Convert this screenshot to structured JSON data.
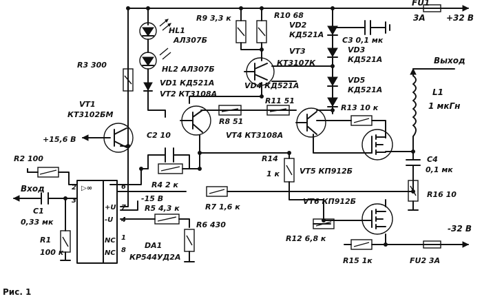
{
  "figure_caption": "Рис. 1",
  "labels": {
    "plus32": "+32 В",
    "fu1": "FU1",
    "fu1_val": "3А",
    "r9": "R9 3,3 к",
    "r10": "R10 68",
    "vd2": "VD2",
    "vd2_part": "КД521А",
    "c3": "C3 0,1 мк",
    "vd3": "VD3",
    "vd3_part": "КД521А",
    "vt3": "VT3",
    "vt3_part": "КТ3107К",
    "hl1": "HL1",
    "hl1_part": "АЛ307Б",
    "hl2": "HL2 АЛ307Б",
    "r3": "R3 300",
    "vd1": "VD1 КД521А",
    "vt2": "VT2 КТ3108А",
    "vd4": "VD4 КД521А",
    "vd5": "VD5",
    "vd5_part": "КД521А",
    "output": "Выход",
    "l1": "L1",
    "l1_val": "1 мкГн",
    "vt1": "VT1",
    "vt1_part": "КТ3102БМ",
    "plus15": "+15,6 В",
    "r8": "R8 51",
    "r11": "R11 51",
    "r13": "R13 10 к",
    "vt4": "VT4 КТ3108А",
    "c2": "C2 10",
    "r2": "R2 100",
    "c4": "C4",
    "c4_val": "0,1 мк",
    "r14": "R14",
    "r14_val": "1 к",
    "vt5": "VT5 КП912Б",
    "input": "Вход",
    "r4": "R4 2 к",
    "r7": "R7 1,6 к",
    "minus15": "-15 В",
    "r5": "R5 4,3 к",
    "r16": "R16 10",
    "c1": "C1",
    "c1_val": "0,33 мк",
    "vt6": "VT6 КП912Б",
    "r1": "R1",
    "r1_val": "100 к",
    "r6": "R6 430",
    "r12": "R12 6,8 к",
    "minus32": "-32 В",
    "r15": "R15 1к",
    "fu2": "FU2 3А",
    "da1": "DA1",
    "da1_part": "КР544УД2А",
    "op_symbol": "▷∞",
    "pin_plus_u": "+U",
    "pin_minus_u": "-U",
    "pin_nc1": "NC",
    "pin_nc2": "NC",
    "pin2": "2",
    "pin3": "3",
    "pin6": "6",
    "pin7": "7",
    "pin4": "4",
    "pin1": "1",
    "pin8": "8"
  }
}
